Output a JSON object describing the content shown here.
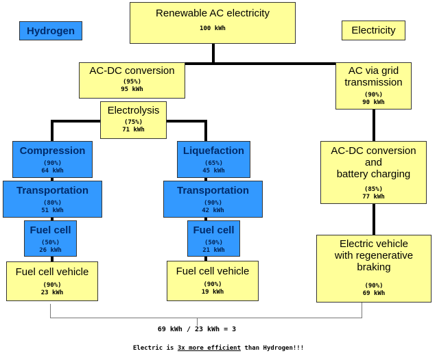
{
  "labels": {
    "hydrogen": "Hydrogen",
    "electricity": "Electricity"
  },
  "source": {
    "title": "Renewable AC electricity",
    "kwh": "100 kWh"
  },
  "hydrogen_common": {
    "acdc": {
      "title": "AC-DC conversion",
      "pct": "(95%)",
      "kwh": "95 kWh"
    },
    "electrolysis": {
      "title": "Electrolysis",
      "pct": "(75%)",
      "kwh": "71 kWh"
    }
  },
  "left_branch": {
    "compression": {
      "title": "Compression",
      "pct": "(90%)",
      "kwh": "64 kWh"
    },
    "transportation": {
      "title": "Transportation",
      "pct": "(80%)",
      "kwh": "51 kWh"
    },
    "fuelcell": {
      "title": "Fuel cell",
      "pct": "(50%)",
      "kwh": "26 kWh"
    },
    "vehicle": {
      "title": "Fuel cell vehicle",
      "pct": "(90%)",
      "kwh": "23 kWh"
    }
  },
  "middle_branch": {
    "liquefaction": {
      "title": "Liquefaction",
      "pct": "(65%)",
      "kwh": "45 kWh"
    },
    "transportation": {
      "title": "Transportation",
      "pct": "(90%)",
      "kwh": "42 kWh"
    },
    "fuelcell": {
      "title": "Fuel cell",
      "pct": "(50%)",
      "kwh": "21 kWh"
    },
    "vehicle": {
      "title": "Fuel cell vehicle",
      "pct": "(90%)",
      "kwh": "19 kWh"
    }
  },
  "electric_branch": {
    "grid": {
      "title_1": "AC via grid",
      "title_2": "transmission",
      "pct": "(90%)",
      "kwh": "90 kWh"
    },
    "charging": {
      "title_1": "AC-DC conversion",
      "title_2": "and",
      "title_3": "battery charging",
      "pct": "(85%)",
      "kwh": "77 kWh"
    },
    "vehicle": {
      "title_1": "Electric vehicle",
      "title_2": "with regenerative",
      "title_3": "braking",
      "pct": "(90%)",
      "kwh": "69 kWh"
    }
  },
  "comparison": {
    "formula": "69 kWh / 23 kWh = 3",
    "footer_before": "Electric is ",
    "footer_emph": "3x more efficient",
    "footer_after": " than Hydrogen!!!"
  },
  "colors": {
    "yellow_box": "#ffff99",
    "blue_box": "#3399ff",
    "connector": "#000000"
  }
}
